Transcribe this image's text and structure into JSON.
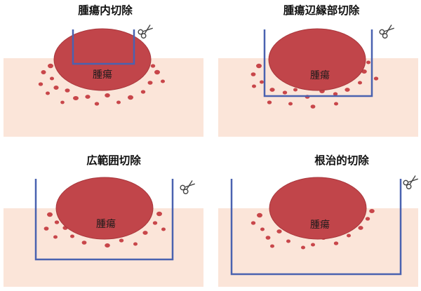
{
  "panels": [
    {
      "title": "腫瘍内切除",
      "tumor_label": "腫瘍"
    },
    {
      "title": "腫瘍辺縁部切除",
      "tumor_label": "腫瘍"
    },
    {
      "title": "広範囲切除",
      "tumor_label": "腫瘍"
    },
    {
      "title": "根治的切除",
      "tumor_label": "腫瘍"
    }
  ],
  "colors": {
    "skin": "#fbe5d9",
    "tumor": "#c1454a",
    "tumor_edge": "#a8373c",
    "satellite": "#c8464a",
    "cut_line": "#4a62b0",
    "scissors": "#444444"
  },
  "icons": {
    "scissors": "scissors-icon"
  }
}
